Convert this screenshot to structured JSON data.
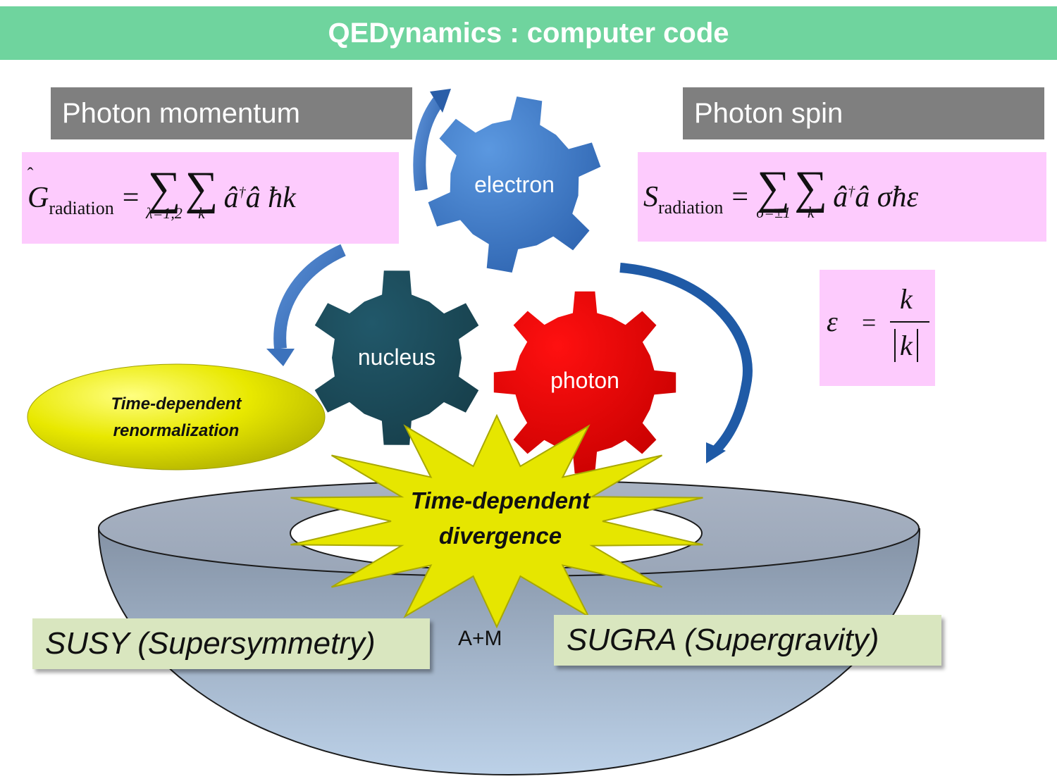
{
  "header": {
    "title": "QEDynamics : computer code"
  },
  "left_panel": {
    "heading": "Photon momentum"
  },
  "right_panel": {
    "heading": "Photon spin"
  },
  "gears": {
    "electron": "electron",
    "nucleus": "nucleus",
    "photon": "photon"
  },
  "renormalization": {
    "line1": "Time-dependent",
    "line2": "renormalization"
  },
  "divergence": {
    "line1": "Time-dependent",
    "line2": "divergence"
  },
  "bowl": {
    "susy": "SUSY (Supersymmetry)",
    "sugra": "SUGRA (Supergravity)",
    "center": "A+M"
  },
  "formulas": {
    "g_radiation": {
      "lhs": "G",
      "sub": "radiation",
      "lim1": "λ=1,2",
      "lim2": "k"
    },
    "s_radiation": {
      "lhs": "S",
      "sub": "radiation",
      "lim1": "σ=±1",
      "lim2": "k"
    },
    "epsilon": {
      "lhs": "ε",
      "numerator": "k",
      "denominator": "k"
    }
  },
  "colors": {
    "title_bg": "#6fd49e",
    "gray": "#7f7f7f",
    "pink": "#fdcbfd",
    "electron": "#3f7fcf",
    "nucleus": "#1d4d5b",
    "photon": "#e00000",
    "yellow": "#e6e600",
    "green_box": "#d9e6bf"
  }
}
